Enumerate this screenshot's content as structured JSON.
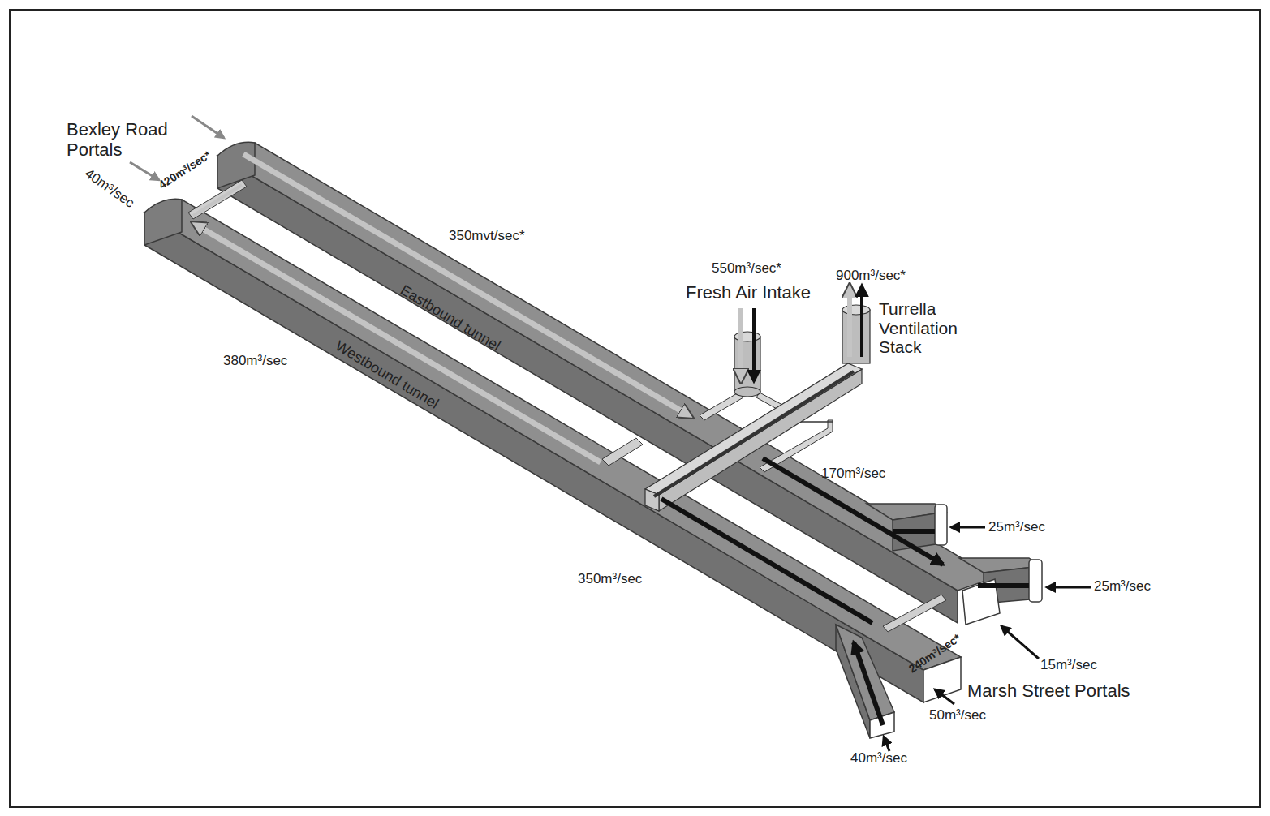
{
  "diagram": {
    "labels": [
      "Bexley Road Portals",
      "40m³/sec",
      "420m³/sec*",
      "350mvt/sec*",
      "550m³/sec*",
      "Fresh Air Intake",
      "900m³/sec*",
      "Turrella Ventilation Stack",
      "Eastbound tunnel",
      "380m³/sec",
      "Westbound tunnel",
      "170m³/sec",
      "25m³/sec",
      "25m³/sec",
      "350m³/sec",
      "240m³/sec*",
      "15m³/sec",
      "Marsh Street Portals",
      "50m³/sec",
      "40m³/sec"
    ]
  }
}
